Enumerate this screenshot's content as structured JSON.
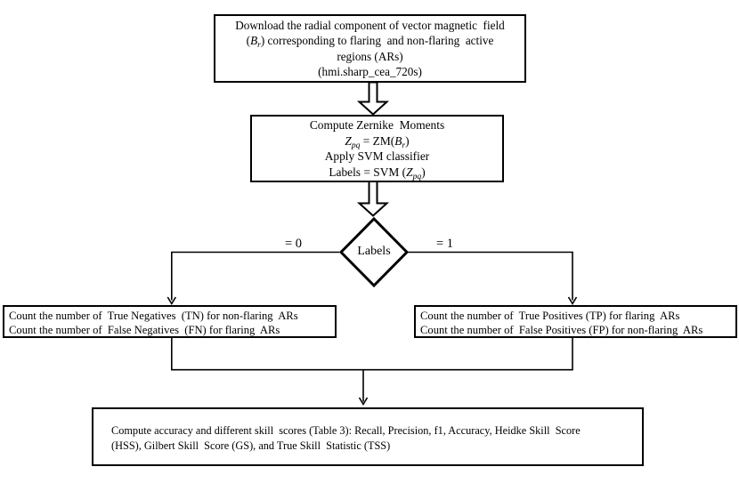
{
  "colors": {
    "stroke": "#000000",
    "background": "#ffffff",
    "text": "#000000"
  },
  "flowchart": {
    "download_box": {
      "line1": "Download the radial component of vector magnetic  field",
      "line2": {
        "open": "(",
        "var": "B",
        "sub": "r",
        "rest": ") corresponding to flaring  and non-flaring  active"
      },
      "line3": "regions (ARs)",
      "line4": "(hmi.sharp_cea_720s)"
    },
    "zernike_box": {
      "line1": "Compute Zernike  Moments",
      "eq1": {
        "lhs_var": "Z",
        "lhs_sub": "pq",
        "mid": " = ZM(",
        "rhs_var": "B",
        "rhs_sub": "r",
        "close": ")"
      },
      "line3": "Apply SVM classifier",
      "eq2": {
        "pre": "Labels = SVM (",
        "var": "Z",
        "sub": "pq",
        "close": ")"
      }
    },
    "decision": {
      "label": "Labels",
      "left_branch_label": "= 0",
      "right_branch_label": "= 1"
    },
    "tn_fn_box": {
      "line1": "Count the number of  True Negatives  (TN) for non-flaring  ARs",
      "line2": "Count the number of  False Negatives  (FN) for flaring  ARs"
    },
    "tp_fp_box": {
      "line1": "Count the number of  True Positives (TP) for flaring  ARs",
      "line2": "Count the number of  False Positives (FP) for non-flaring  ARs"
    },
    "scores_box": {
      "line1": "Compute accuracy and different skill  scores (Table 3): Recall, Precision, f1, Accuracy, Heidke Skill  Score",
      "line2": "(HSS), Gilbert Skill  Score (GS), and True Skill  Statistic (TSS)"
    }
  }
}
